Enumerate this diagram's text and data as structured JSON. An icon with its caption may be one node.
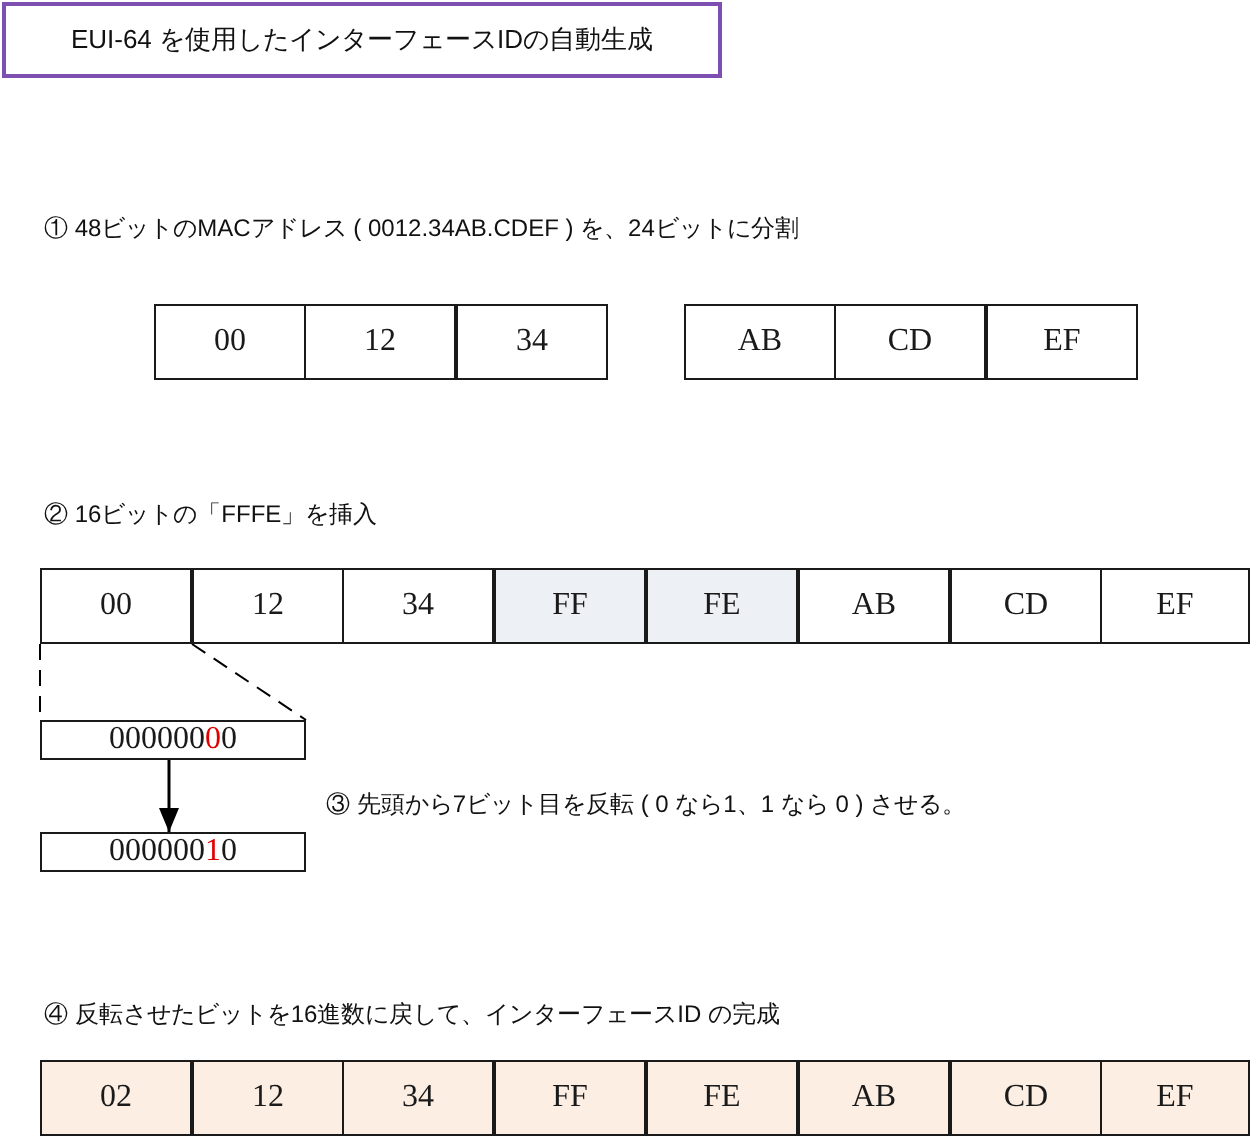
{
  "diagram": {
    "title": "EUI-64 を使用したインターフェースIDの自動生成",
    "nodes": [
      {
        "text": [
          "00"
        ]
      },
      {
        "text": [
          "12"
        ]
      },
      {
        "text": [
          "34"
        ]
      },
      {
        "text": [
          "AB"
        ]
      },
      {
        "text": [
          "CD"
        ]
      },
      {
        "text": [
          "EF"
        ]
      },
      {
        "text": [
          "00"
        ]
      },
      {
        "text": [
          "12"
        ]
      },
      {
        "text": [
          "34"
        ]
      },
      {
        "text": [
          "FF"
        ]
      },
      {
        "text": [
          "FE"
        ]
      },
      {
        "text": [
          "AB"
        ]
      },
      {
        "text": [
          "CD"
        ]
      },
      {
        "text": [
          "EF"
        ]
      },
      {
        "text": [
          "00000000"
        ]
      },
      {
        "text": [
          "00000010"
        ]
      },
      {
        "text": [
          "02"
        ]
      },
      {
        "text": [
          "12"
        ]
      },
      {
        "text": [
          "34"
        ]
      },
      {
        "text": [
          "FF"
        ]
      },
      {
        "text": [
          "FE"
        ]
      },
      {
        "text": [
          "AB"
        ]
      },
      {
        "text": [
          "CD"
        ]
      },
      {
        "text": [
          "EF"
        ]
      }
    ],
    "edges": [
      {
        "from": 6,
        "to": 14,
        "arrow": "none",
        "style": "dashed"
      },
      {
        "from": 6,
        "to": 14,
        "arrow": "none",
        "style": "dashed"
      },
      {
        "from": 14,
        "to": 15,
        "arrow": "to"
      }
    ],
    "labels": [
      "① 48ビットのMACアドレス ( 0012.34AB.CDEF ) を、24ビットに分割",
      "② 16ビットの「FFFE」を挿入",
      "③ 先頭から7ビット目を反転 ( 0 なら1、1 なら 0 ) させる。",
      "④ 反転させたビットを16進数に戻して、インターフェースID の完成"
    ]
  }
}
